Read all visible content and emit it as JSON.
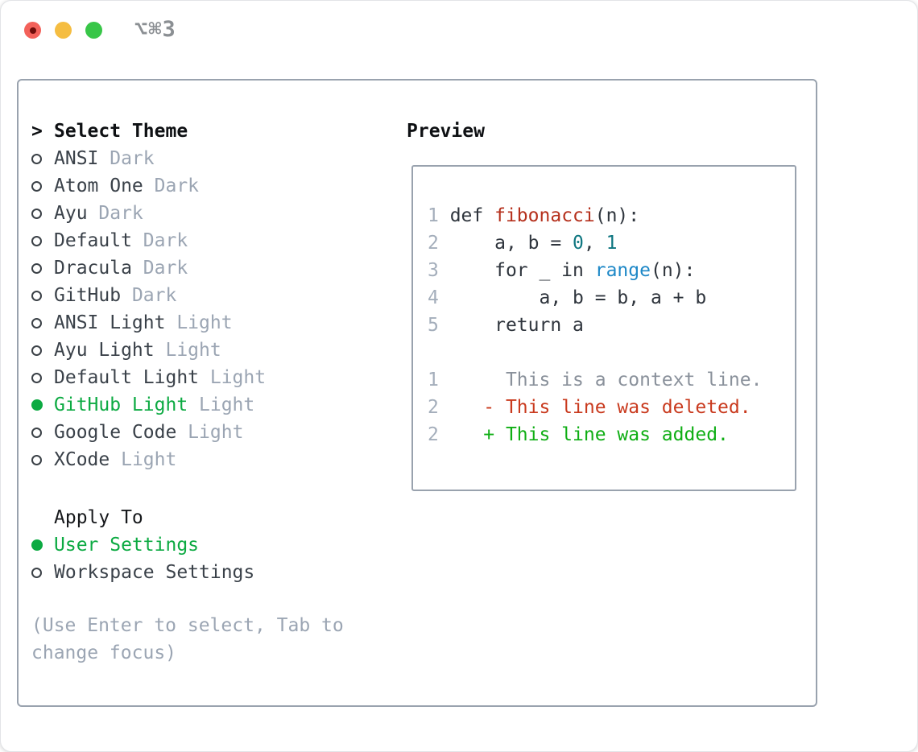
{
  "titlebar": {
    "title": "⌥⌘3",
    "buttons": [
      {
        "name": "close",
        "color": "#f3615a",
        "dot": "#700d0a"
      },
      {
        "name": "minimize",
        "color": "#f5bd41",
        "dot": null
      },
      {
        "name": "zoom",
        "color": "#38c648",
        "dot": null
      }
    ]
  },
  "theme_menu": {
    "prompt": ">",
    "heading": "Select Theme",
    "items": [
      {
        "label": "ANSI",
        "tag": "Dark",
        "selected": false
      },
      {
        "label": "Atom One",
        "tag": "Dark",
        "selected": false
      },
      {
        "label": "Ayu",
        "tag": "Dark",
        "selected": false
      },
      {
        "label": "Default",
        "tag": "Dark",
        "selected": false
      },
      {
        "label": "Dracula",
        "tag": "Dark",
        "selected": false
      },
      {
        "label": "GitHub",
        "tag": "Dark",
        "selected": false
      },
      {
        "label": "ANSI Light",
        "tag": "Light",
        "selected": false
      },
      {
        "label": "Ayu Light",
        "tag": "Light",
        "selected": false
      },
      {
        "label": "Default Light",
        "tag": "Light",
        "selected": false
      },
      {
        "label": "GitHub Light",
        "tag": "Light",
        "selected": true
      },
      {
        "label": "Google Code",
        "tag": "Light",
        "selected": false
      },
      {
        "label": "XCode",
        "tag": "Light",
        "selected": false
      }
    ]
  },
  "apply_menu": {
    "heading": "Apply To",
    "items": [
      {
        "label": "User Settings",
        "selected": true
      },
      {
        "label": "Workspace Settings",
        "selected": false
      }
    ]
  },
  "help_text": "(Use Enter to select, Tab to change focus)",
  "preview": {
    "heading": "Preview",
    "code_lines": [
      {
        "gutter": "1",
        "segments": [
          [
            " def ",
            "fg"
          ],
          [
            "fibonacci",
            "func"
          ],
          [
            "(n):",
            "fg"
          ]
        ]
      },
      {
        "gutter": "2",
        "segments": [
          [
            "     a, b = ",
            "fg"
          ],
          [
            "0",
            "number"
          ],
          [
            ", ",
            "fg"
          ],
          [
            "1",
            "number"
          ]
        ]
      },
      {
        "gutter": "3",
        "segments": [
          [
            "     for _ in ",
            "fg"
          ],
          [
            "range",
            "builtin"
          ],
          [
            "(n):",
            "fg"
          ]
        ]
      },
      {
        "gutter": "4",
        "segments": [
          [
            "         a, b = b, a + b",
            "fg"
          ]
        ]
      },
      {
        "gutter": "5",
        "segments": [
          [
            "     return a",
            "fg"
          ]
        ]
      },
      {
        "gutter": "",
        "segments": []
      },
      {
        "gutter": "1",
        "segments": [
          [
            "      This is a context line.",
            "context"
          ]
        ]
      },
      {
        "gutter": "2",
        "segments": [
          [
            "    - This line was deleted.",
            "deleted"
          ]
        ]
      },
      {
        "gutter": "2",
        "segments": [
          [
            "    + This line was added.",
            "added"
          ]
        ]
      }
    ]
  },
  "colors": {
    "fg": "#2f353d",
    "func": "#b5301c",
    "builtin": "#1e88c7",
    "number": "#0e7680",
    "context": "#8a919b",
    "deleted": "#c93a1e",
    "added": "#0fae14",
    "selected_green": "#0caa42",
    "gutter_gray": "#a4aebb",
    "tag_gray": "#9ba5b3",
    "border_gray": "#99a2ae",
    "title_gray": "#8b8f93"
  }
}
